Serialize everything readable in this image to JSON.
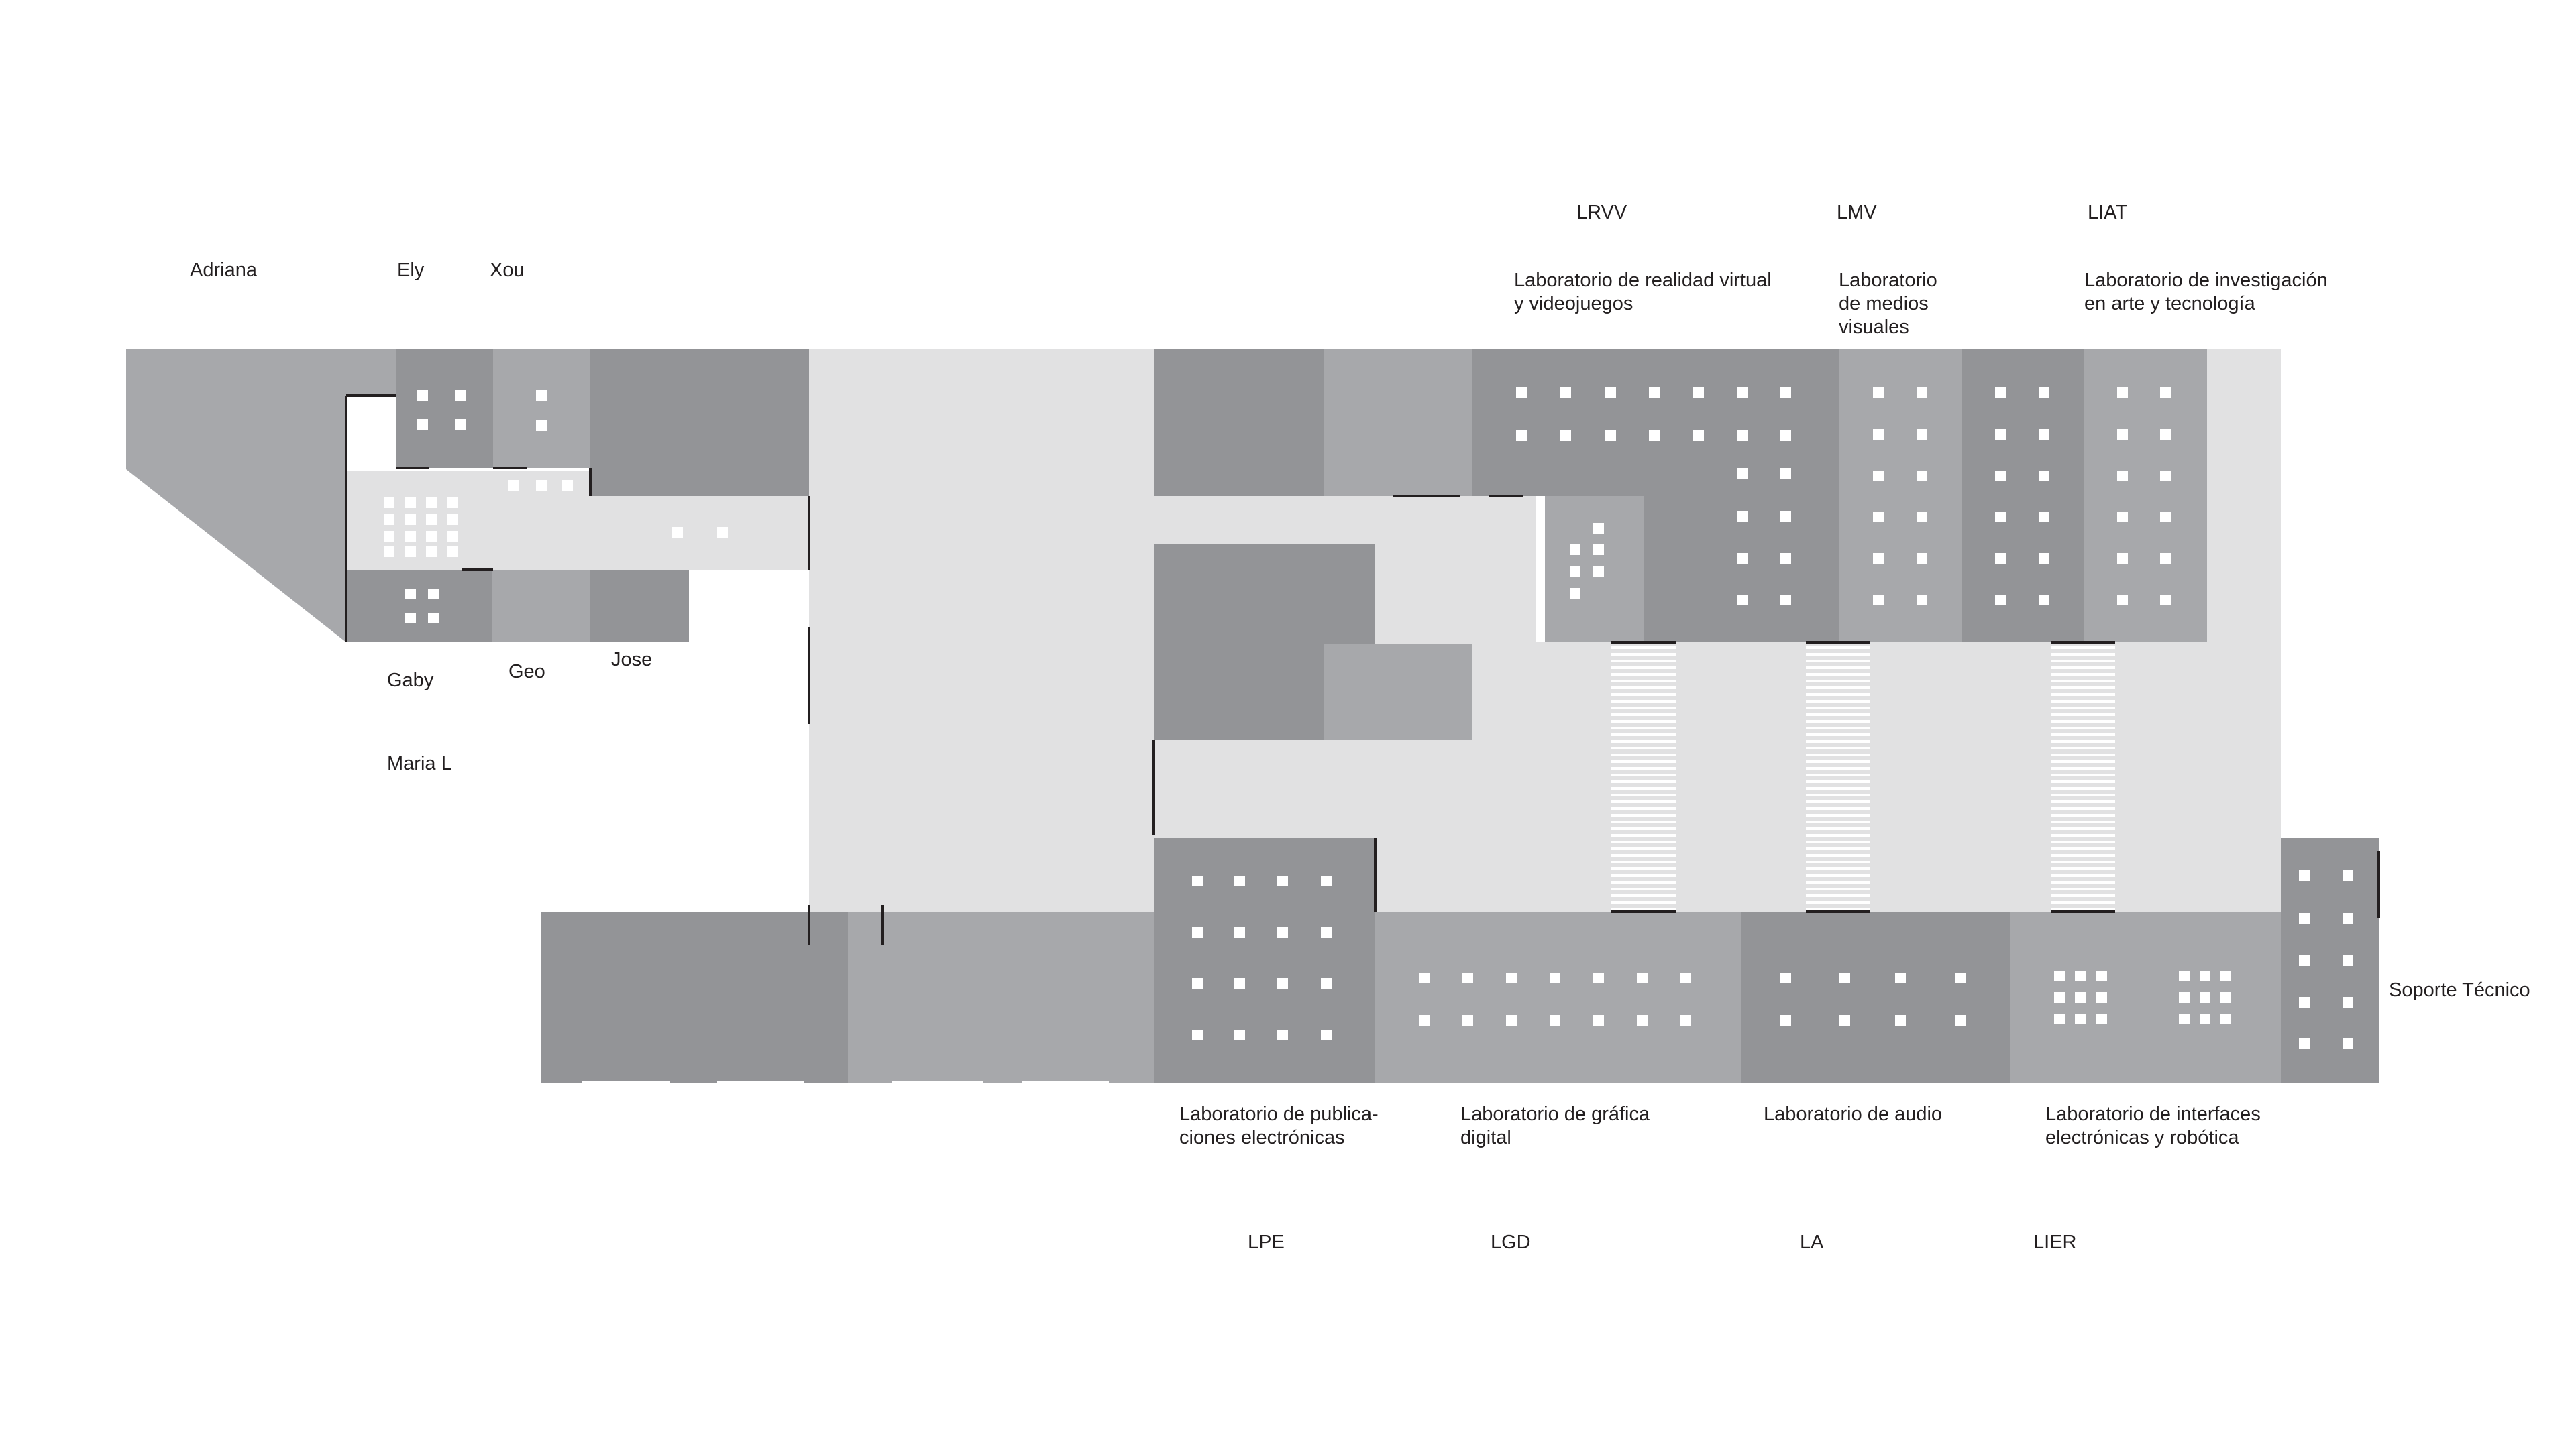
{
  "colors": {
    "corridor": "#e1e1e2",
    "room_dark": "#939497",
    "room_mid": "#a7a8ab",
    "window": "#ffffff",
    "wall": "#231f20",
    "text": "#231f20"
  },
  "people": {
    "adriana": "Adriana",
    "ely": "Ely",
    "xou": "Xou",
    "gaby": "Gaby",
    "geo": "Geo",
    "jose": "Jose",
    "maria_l": "Maria L"
  },
  "labs_top": {
    "lrvv": {
      "code": "LRVV",
      "name": "Laboratorio de realidad virtual\ny videojuegos"
    },
    "lmv": {
      "code": "LMV",
      "name": "Laboratorio\nde medios\nvisuales"
    },
    "liat": {
      "code": "LIAT",
      "name": "Laboratorio de investigación\nen arte y tecnología"
    }
  },
  "labs_bottom": {
    "lpe": {
      "code": "LPE",
      "name": "Laboratorio de publica-\nciones electrónicas"
    },
    "lgd": {
      "code": "LGD",
      "name": "Laboratorio de gráfica\ndigital"
    },
    "la": {
      "code": "LA",
      "name": "Laboratorio de audio"
    },
    "lier": {
      "code": "LIER",
      "name": "Laboratorio de interfaces\nelectrónicas y robótica"
    }
  },
  "support": {
    "name": "Soporte Técnico"
  }
}
